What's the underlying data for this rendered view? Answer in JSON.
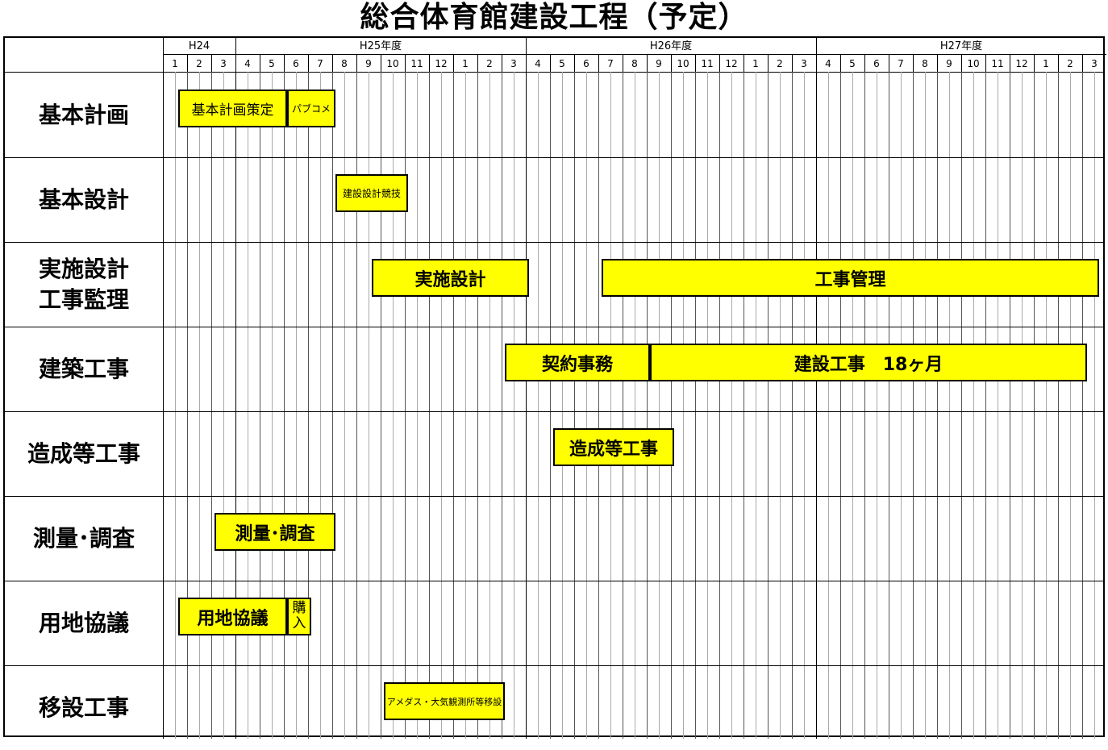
{
  "title": "総合体育館建設工程（予定）",
  "header": {
    "fiscal_years": [
      {
        "label": "H24",
        "months": [
          "1",
          "2",
          "3"
        ]
      },
      {
        "label": "H25年度",
        "months": [
          "4",
          "5",
          "6",
          "7",
          "8",
          "9",
          "10",
          "11",
          "12",
          "1",
          "2",
          "3"
        ]
      },
      {
        "label": "H26年度",
        "months": [
          "4",
          "5",
          "6",
          "7",
          "8",
          "9",
          "10",
          "11",
          "12",
          "1",
          "2",
          "3"
        ]
      },
      {
        "label": "H27年度",
        "months": [
          "4",
          "5",
          "6",
          "7",
          "8",
          "9",
          "10",
          "11",
          "12",
          "1",
          "2",
          "3"
        ]
      }
    ]
  },
  "rows": [
    {
      "label": "基本計画",
      "bars": [
        {
          "text": "基本計画策定",
          "start": 0.5,
          "end": 5,
          "size": "md"
        },
        {
          "text": "パブコメ",
          "start": 5,
          "end": 7,
          "size": "sm"
        }
      ]
    },
    {
      "label": "基本設計",
      "bars": [
        {
          "text": "建設設計競技",
          "start": 7,
          "end": 10,
          "size": "sm"
        }
      ]
    },
    {
      "label": "実施設計\n工事監理",
      "bars": [
        {
          "text": "実施設計",
          "start": 8.5,
          "end": 15,
          "size": "lg"
        },
        {
          "text": "工事管理",
          "start": 18,
          "end": 38.5,
          "size": "lg"
        }
      ]
    },
    {
      "label": "建築工事",
      "bars": [
        {
          "text": "契約事務",
          "start": 14,
          "end": 20,
          "size": "lg"
        },
        {
          "text": "建設工事　18ヶ月",
          "start": 20,
          "end": 38,
          "size": "lg"
        }
      ]
    },
    {
      "label": "造成等工事",
      "bars": [
        {
          "text": "造成等工事",
          "start": 16,
          "end": 21,
          "size": "lg"
        }
      ]
    },
    {
      "label": "測量･調査",
      "bars": [
        {
          "text": "測量･調査",
          "start": 2,
          "end": 7,
          "size": "lg"
        }
      ]
    },
    {
      "label": "用地協議",
      "bars": [
        {
          "text": "用地協議",
          "start": 0.5,
          "end": 5,
          "size": "lg"
        },
        {
          "text": "購\n入",
          "start": 5,
          "end": 6,
          "size": "md"
        }
      ]
    },
    {
      "label": "移設工事",
      "bars": [
        {
          "text": "アメダス・大気観測所等移設",
          "start": 9,
          "end": 14,
          "size": "xs"
        }
      ]
    }
  ]
}
